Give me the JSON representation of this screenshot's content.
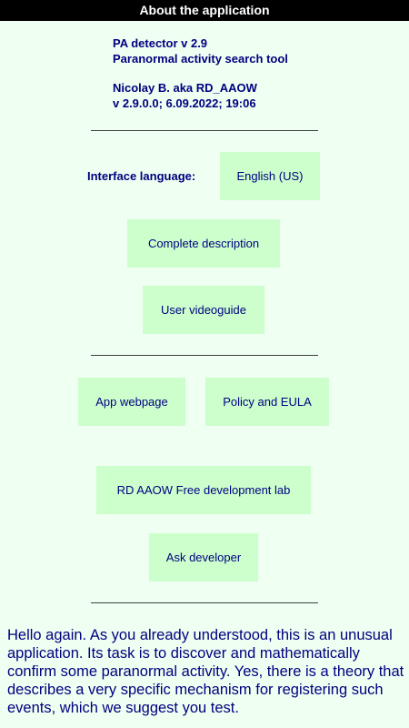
{
  "title": "About the application",
  "app_info": {
    "name": "PA detector v 2.9",
    "subtitle": "Paranormal activity search tool",
    "author": "Nicolay B. aka RD_AAOW",
    "version": "v 2.9.0.0; 6.09.2022; 19:06"
  },
  "language": {
    "label": "Interface language:",
    "value": "English (US)"
  },
  "buttons": {
    "complete_description": "Complete description",
    "user_videoguide": "User videoguide",
    "app_webpage": "App webpage",
    "policy_eula": "Policy and EULA",
    "dev_lab": "RD AAOW Free development lab",
    "ask_developer": "Ask developer"
  },
  "description": "Hello again. As you already understood, this is an unusual application. Its task is to discover and mathematically confirm some paranormal activity. Yes, there is a theory that describes a very specific mechanism for registering such events, which we suggest you test."
}
